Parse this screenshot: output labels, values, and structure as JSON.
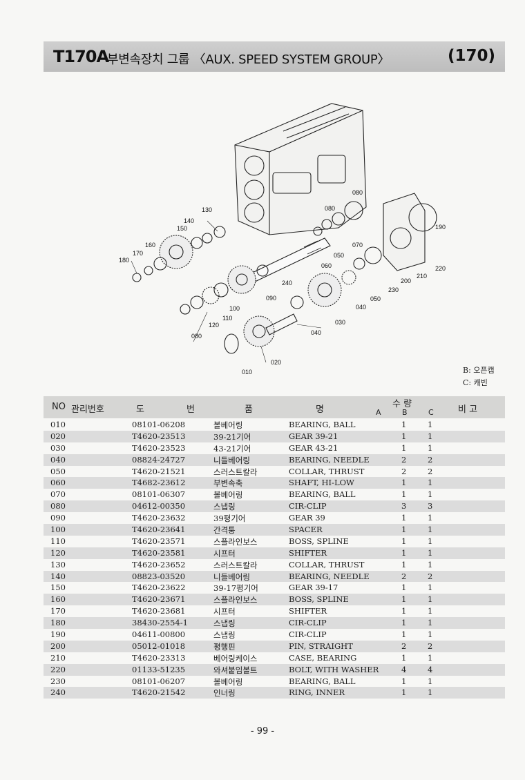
{
  "header": {
    "code": "T170A",
    "title": "부변속장치 그룹 〈AUX. SPEED SYSTEM GROUP〉",
    "page_ref": "(170)"
  },
  "diagram": {
    "callouts": [
      "010",
      "020",
      "030",
      "040",
      "040",
      "050",
      "050",
      "060",
      "070",
      "080",
      "080",
      "080",
      "090",
      "100",
      "110",
      "120",
      "130",
      "140",
      "150",
      "160",
      "170",
      "180",
      "190",
      "200",
      "210",
      "220",
      "230",
      "240"
    ]
  },
  "legend": {
    "b": "B: 오픈캡",
    "c": "C: 캐빈"
  },
  "table": {
    "headers": {
      "no": "NO",
      "mgmt": "관리번호",
      "do": "도",
      "beon": "번",
      "pum": "품",
      "myeong": "명",
      "qty": "수  량",
      "a": "A",
      "b": "B",
      "c": "C",
      "remark": "비   고"
    },
    "rows": [
      {
        "no": "010",
        "part": "08101-06208",
        "kr": "볼베어링",
        "en": "BEARING, BALL",
        "a": "1",
        "b": "1"
      },
      {
        "no": "020",
        "part": "T4620-23513",
        "kr": "39-21기어",
        "en": "GEAR 39-21",
        "a": "1",
        "b": "1"
      },
      {
        "no": "030",
        "part": "T4620-23523",
        "kr": "43-21기어",
        "en": "GEAR 43-21",
        "a": "1",
        "b": "1"
      },
      {
        "no": "040",
        "part": "08824-24727",
        "kr": "니들베어링",
        "en": "BEARING, NEEDLE",
        "a": "2",
        "b": "2"
      },
      {
        "no": "050",
        "part": "T4620-21521",
        "kr": "스러스트칼라",
        "en": "COLLAR, THRUST",
        "a": "2",
        "b": "2"
      },
      {
        "no": "060",
        "part": "T4682-23612",
        "kr": "부변속축",
        "en": "SHAFT, HI-LOW",
        "a": "1",
        "b": "1"
      },
      {
        "no": "070",
        "part": "08101-06307",
        "kr": "볼베어링",
        "en": "BEARING, BALL",
        "a": "1",
        "b": "1"
      },
      {
        "no": "080",
        "part": "04612-00350",
        "kr": "스냅링",
        "en": "CIR-CLIP",
        "a": "3",
        "b": "3"
      },
      {
        "no": "090",
        "part": "T4620-23632",
        "kr": "39평기어",
        "en": "GEAR 39",
        "a": "1",
        "b": "1"
      },
      {
        "no": "100",
        "part": "T4620-23641",
        "kr": "간격퉁",
        "en": "SPACER",
        "a": "1",
        "b": "1"
      },
      {
        "no": "110",
        "part": "T4620-23571",
        "kr": "스플라인보스",
        "en": "BOSS, SPLINE",
        "a": "1",
        "b": "1"
      },
      {
        "no": "120",
        "part": "T4620-23581",
        "kr": "시프터",
        "en": "SHIFTER",
        "a": "1",
        "b": "1"
      },
      {
        "no": "130",
        "part": "T4620-23652",
        "kr": "스러스트칼라",
        "en": "COLLAR, THRUST",
        "a": "1",
        "b": "1"
      },
      {
        "no": "140",
        "part": "08823-03520",
        "kr": "니들베어링",
        "en": "BEARING, NEEDLE",
        "a": "2",
        "b": "2"
      },
      {
        "no": "150",
        "part": "T4620-23622",
        "kr": "39-17평기어",
        "en": "GEAR 39-17",
        "a": "1",
        "b": "1"
      },
      {
        "no": "160",
        "part": "T4620-23671",
        "kr": "스플라인보스",
        "en": "BOSS, SPLINE",
        "a": "1",
        "b": "1"
      },
      {
        "no": "170",
        "part": "T4620-23681",
        "kr": "시프터",
        "en": "SHIFTER",
        "a": "1",
        "b": "1"
      },
      {
        "no": "180",
        "part": "38430-2554-1",
        "kr": "스냅링",
        "en": "CIR-CLIP",
        "a": "1",
        "b": "1"
      },
      {
        "no": "190",
        "part": "04611-00800",
        "kr": "스냅링",
        "en": "CIR-CLIP",
        "a": "1",
        "b": "1"
      },
      {
        "no": "200",
        "part": "05012-01018",
        "kr": "평행핀",
        "en": "PIN, STRAIGHT",
        "a": "2",
        "b": "2"
      },
      {
        "no": "210",
        "part": "T4620-23313",
        "kr": "베어링케이스",
        "en": "CASE, BEARING",
        "a": "1",
        "b": "1"
      },
      {
        "no": "220",
        "part": "01133-51235",
        "kr": "와셔붙임볼트",
        "en": "BOLT, WITH WASHER",
        "a": "4",
        "b": "4"
      },
      {
        "no": "230",
        "part": "08101-06207",
        "kr": "볼베어링",
        "en": "BEARING, BALL",
        "a": "1",
        "b": "1"
      },
      {
        "no": "240",
        "part": "T4620-21542",
        "kr": "인너링",
        "en": "RING, INNER",
        "a": "1",
        "b": "1"
      }
    ]
  },
  "footer": {
    "page": "- 99 -"
  }
}
